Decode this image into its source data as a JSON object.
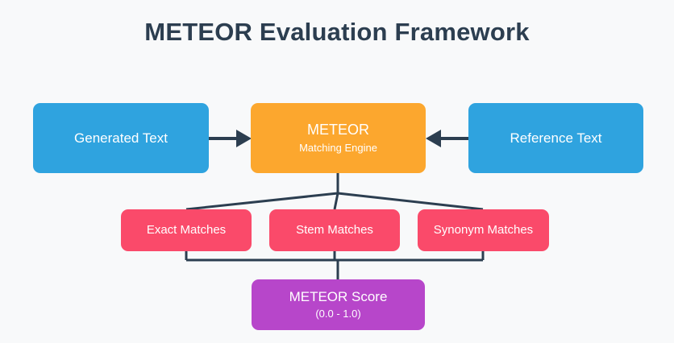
{
  "diagram": {
    "title": "METEOR Evaluation Framework",
    "background_color": "#f8f9fa",
    "title_color": "#2c3e50",
    "connector_color": "#2c3e50",
    "nodes": {
      "generated_text": {
        "label": "Generated Text",
        "color": "#2fa3df"
      },
      "meteor_engine": {
        "label": "METEOR",
        "sublabel": "Matching Engine",
        "color": "#fca72e"
      },
      "reference_text": {
        "label": "Reference Text",
        "color": "#2fa3df"
      },
      "exact_matches": {
        "label": "Exact Matches",
        "color": "#fa4a6a"
      },
      "stem_matches": {
        "label": "Stem Matches",
        "color": "#fa4a6a"
      },
      "synonym_matches": {
        "label": "Synonym Matches",
        "color": "#fa4a6a"
      },
      "meteor_score": {
        "label": "METEOR Score",
        "sublabel": "(0.0 - 1.0)",
        "color": "#b746ca"
      }
    }
  }
}
